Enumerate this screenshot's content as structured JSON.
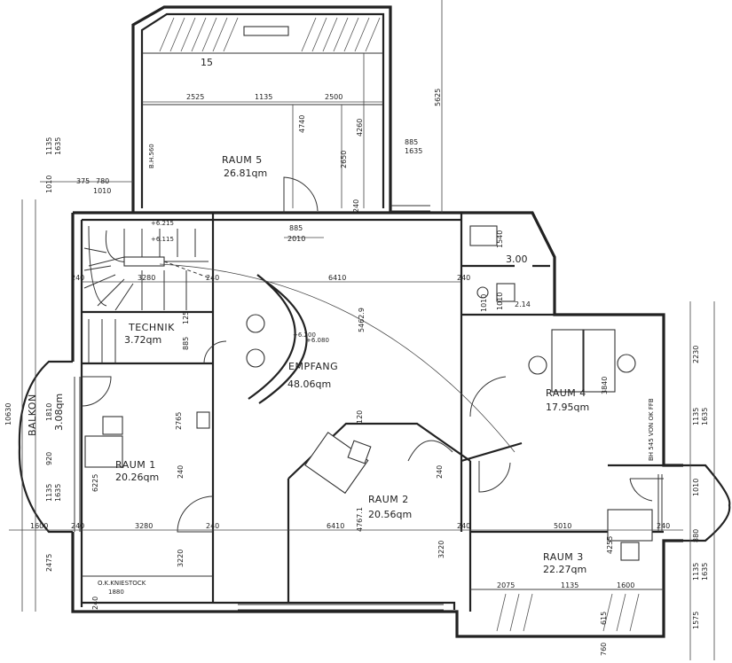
{
  "rooms": {
    "raum5": {
      "name": "RAUM 5",
      "area": "26.81qm"
    },
    "technik": {
      "name": "TECHNIK",
      "area": "3.72qm"
    },
    "empfang": {
      "name": "EMPFANG",
      "area": "48.06qm"
    },
    "raum4": {
      "name": "RAUM 4",
      "area": "17.95qm"
    },
    "raum1": {
      "name": "RAUM 1",
      "area": "20.26qm"
    },
    "raum2": {
      "name": "RAUM 2",
      "area": "20.56qm"
    },
    "raum3": {
      "name": "RAUM 3",
      "area": "22.27qm"
    },
    "balkon": {
      "name": "BALKON",
      "area": "3.08qm"
    },
    "wc": {
      "area": "3.00"
    },
    "wc_small": {
      "area": "2.14"
    }
  },
  "labels": {
    "stair_count": "15",
    "ok_kniestock": "O.K.KNIESTOCK",
    "ok_kniestock_val": "1880",
    "bh_note": "BH 545 VON OK FFB",
    "bh_note_left": "B.H.560",
    "level_1": "+6.215",
    "level_2": "+6.115",
    "level_3": "+6.200",
    "level_4": "+6.080"
  },
  "dims": {
    "top_2525": "2525",
    "top_1135": "1135",
    "top_2500": "2500",
    "r5_4740": "4740",
    "r5_4260": "4260",
    "r5_2650": "2650",
    "right_5625": "5625",
    "d_885a": "885",
    "d_1635a": "1635",
    "l_1135": "1135",
    "l_1635": "1635",
    "l_1010": "1010",
    "l_375": "375",
    "l_780": "780",
    "l_1010b": "1010",
    "c_885": "885",
    "c_2010": "2010",
    "c_240a": "240",
    "mid_3280": "3280",
    "mid_240a": "240",
    "mid_240b": "240",
    "mid_6410": "6410",
    "mid_240c": "240",
    "wc_1540": "1540",
    "wc_1010": "1010",
    "wc_1010b": "1010",
    "arc_5462": "5462.9",
    "v_885": "885",
    "v_125": "125",
    "l_10630": "10630",
    "l_1810": "1810",
    "l_920": "920",
    "l_1135b": "1135",
    "l_1635b": "1635",
    "r1_6225": "6225",
    "r1_2765": "2765",
    "r1_240": "240",
    "r4_3840": "3840",
    "r_2230": "2230",
    "r_1135": "1135",
    "r_1635": "1635",
    "r_1010": "1010",
    "r_880": "880",
    "r_1135c": "1135",
    "r_1635c": "1635",
    "r_1575": "1575",
    "r2_4767": "4767.1",
    "r2_3220": "3220",
    "r2_240": "240",
    "r2_120": "120",
    "b_1600": "1600",
    "b_240a": "240",
    "b_3280": "3280",
    "b_240b": "240",
    "b_6410": "6410",
    "b_240c": "240",
    "b_5010": "5010",
    "b_240d": "240",
    "l_2475": "2475",
    "r1_3220": "3220",
    "r3_4255": "4255",
    "r3_2075": "2075",
    "r3_1135": "1135",
    "r3_1600": "1600",
    "b_760": "760",
    "b_615": "615",
    "b_240e": "240"
  }
}
